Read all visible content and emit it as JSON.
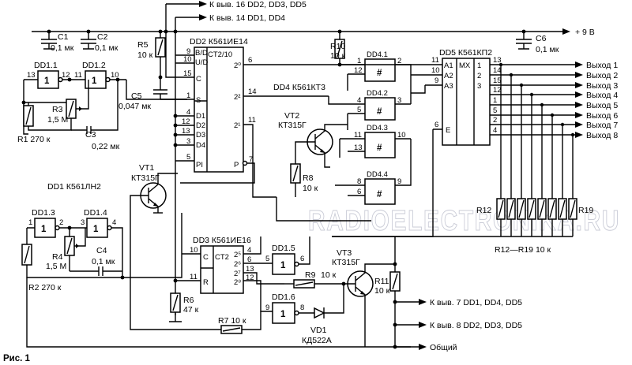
{
  "figure": {
    "caption": "Рис. 1",
    "watermark": "RADIOELECTRONIKA.RU",
    "family_note": "DD1 К561ЛН2"
  },
  "power": {
    "top1": "К выв. 16 DD2, DD3, DD5",
    "top2": "К выв. 14 DD1, DD4",
    "vcc": "+ 9 В",
    "bot1": "К выв. 7 DD1, DD4, DD5",
    "bot2": "К выв. 8 DD2, DD3, DD5",
    "gnd": "Общий"
  },
  "components": {
    "c1": [
      "C1",
      "0,1 мк"
    ],
    "c2": [
      "C2",
      "0,1 мк"
    ],
    "c3": [
      "C3",
      "0,22 мк"
    ],
    "c4": [
      "C4",
      "0,1 мк"
    ],
    "c5": [
      "C5",
      "0,047 мк"
    ],
    "c6": [
      "C6",
      "0,1 мк"
    ],
    "r1": "R1 270 к",
    "r2": "R2 270 к",
    "r3": [
      "R3",
      "1,5 М"
    ],
    "r4": [
      "R4",
      "1,5 М"
    ],
    "r5": [
      "R5",
      "10 к"
    ],
    "r6": [
      "R6",
      "47 к"
    ],
    "r7": "R7 10 к",
    "r8": [
      "R8",
      "10 к"
    ],
    "r9": [
      "R9",
      "10 к"
    ],
    "r10": [
      "R10",
      "10 к"
    ],
    "r11": [
      "R11",
      "10 к"
    ],
    "r12": "R12",
    "r19": "R19",
    "r12r19": "R12—R19  10 к",
    "vt1": [
      "VT1",
      "КТ315Г"
    ],
    "vt2": [
      "VT2",
      "КТ315Г"
    ],
    "vt3": [
      "VT3",
      "КТ315Г"
    ],
    "vd1": [
      "VD1",
      "КД522А"
    ]
  },
  "chips": {
    "dd11": "DD1.1",
    "dd12": "DD1.2",
    "dd13": "DD1.3",
    "dd14": "DD1.4",
    "dd15": "DD1.5",
    "dd16": "DD1.6",
    "dd2_title": "DD2  К561ИЕ14",
    "dd2_head": "CT2/10",
    "dd2_in": [
      "B/D",
      "U/D",
      "C",
      "S",
      "D1",
      "D2",
      "D3",
      "D4",
      "PI"
    ],
    "dd2_out": [
      "2⁰",
      "2²",
      "2¹",
      "P"
    ],
    "dd3_title": "DD3  К561ИЕ16",
    "dd3_in": [
      "C",
      "R"
    ],
    "dd3_head": "CT2",
    "dd3_out": [
      "2⁵",
      "2⁶",
      "2⁷",
      "2⁸"
    ],
    "dd4_title": "DD4  К561КТ3",
    "dd4_parts": [
      "DD4.1",
      "DD4.2",
      "DD4.3",
      "DD4.4"
    ],
    "dd5_title": "DD5  К561КП2",
    "dd5_in": [
      "A1",
      "A2",
      "A3",
      "E"
    ],
    "dd5_head": "MX",
    "gate_sym": "1",
    "sw_sym": "#"
  },
  "outputs": [
    "Выход 1",
    "Выход 2",
    "Выход 3",
    "Выход 4",
    "Выход 5",
    "Выход 6",
    "Выход 7",
    "Выход 8"
  ],
  "pins": {
    "dd11": [
      "13",
      "12"
    ],
    "dd12": [
      "11",
      "10"
    ],
    "dd13": [
      "1",
      "2"
    ],
    "dd14": [
      "3",
      "4"
    ],
    "dd15": [
      "5",
      "6"
    ],
    "dd16": [
      "9",
      "8"
    ],
    "dd2_in": [
      "9",
      "10",
      "15",
      "1",
      "4",
      "12",
      "13",
      "3",
      "5"
    ],
    "dd2_out": [
      "6",
      "14",
      "11",
      "7"
    ],
    "dd3_in": [
      "10",
      "11"
    ],
    "dd3_out": [
      "4",
      "6",
      "13",
      "12"
    ],
    "dd41": [
      "1",
      "12",
      "2"
    ],
    "dd42": [
      "4",
      "5",
      "3"
    ],
    "dd43": [
      "11",
      "13",
      "10"
    ],
    "dd44": [
      "8",
      "6",
      "9"
    ],
    "dd5_in": [
      "11",
      "10",
      "9",
      "6"
    ],
    "dd5_x": [
      "1",
      "2",
      "3"
    ],
    "dd5_out": [
      "13",
      "14",
      "15",
      "12",
      "1",
      "5",
      "2",
      "4"
    ]
  }
}
